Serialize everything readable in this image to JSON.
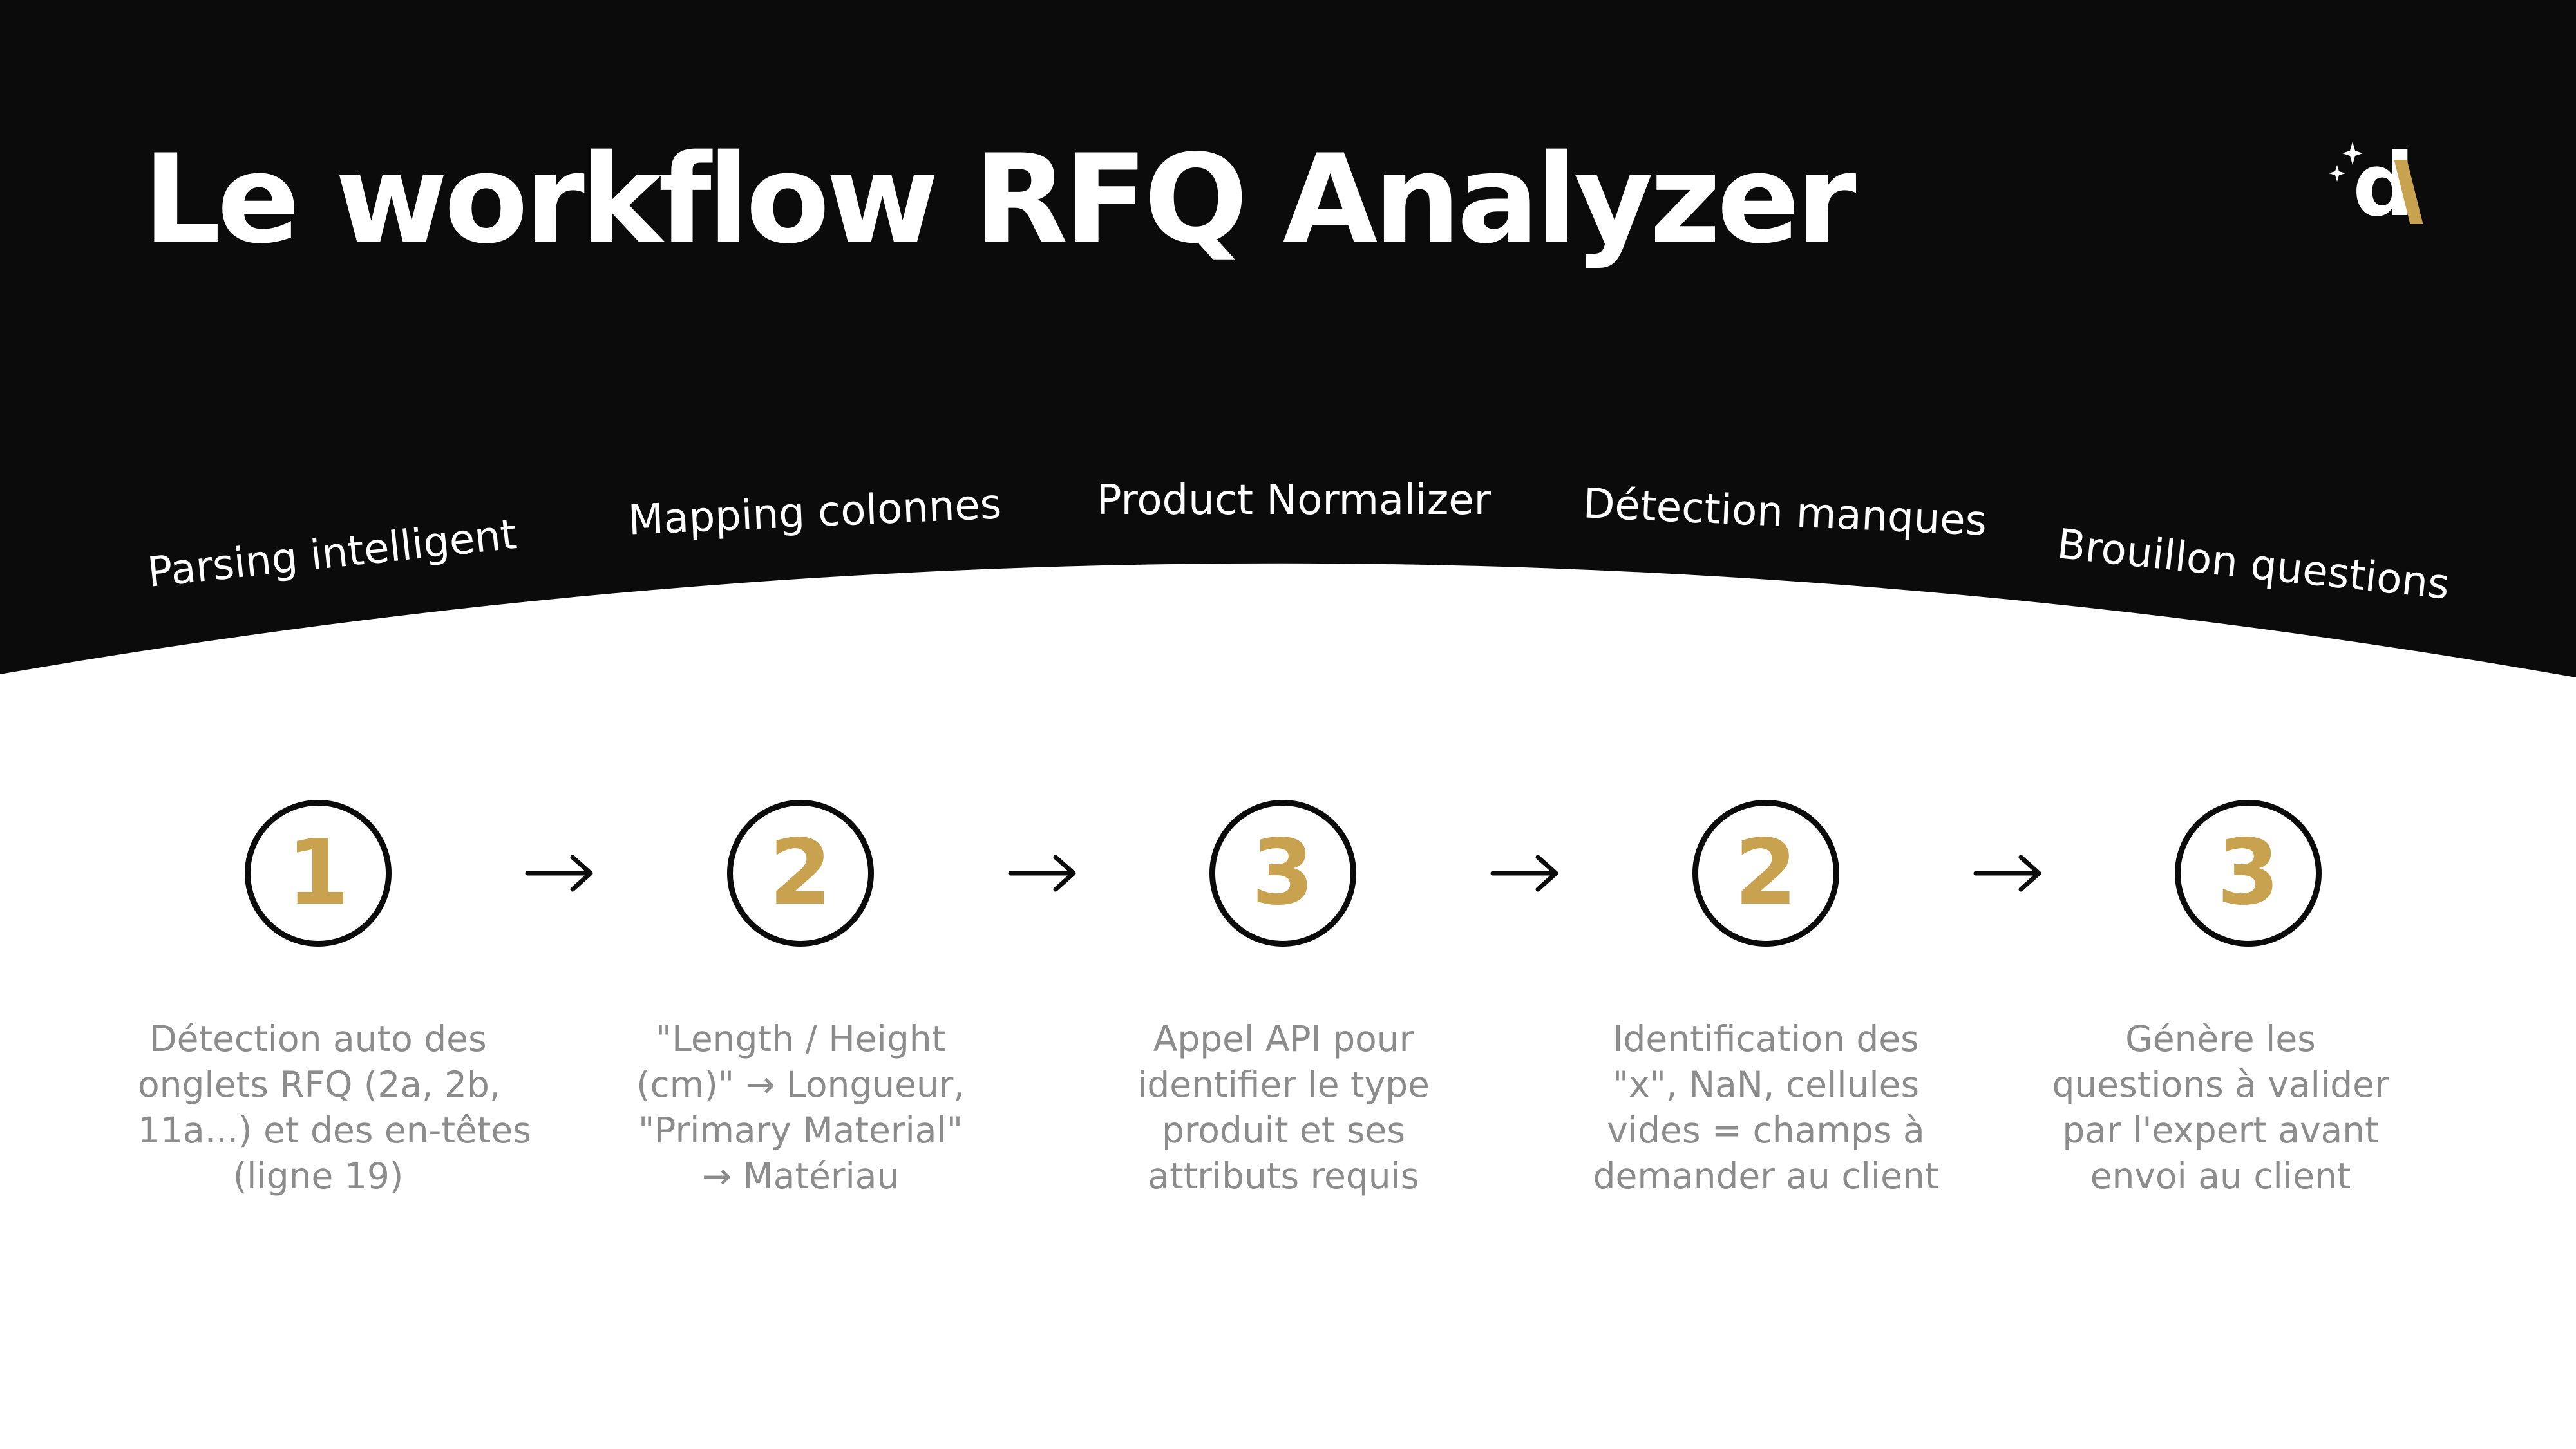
{
  "title": "Le workflow RFQ Analyzer",
  "colors": {
    "background_dark": "#0b0b0b",
    "background_light": "#ffffff",
    "accent_gold": "#c9a24f",
    "description_gray": "#8c8c8c"
  },
  "logo": {
    "letter": "d",
    "icon": "sparkle-icon"
  },
  "steps": [
    {
      "label": "Parsing intelligent",
      "number": "1",
      "description": [
        "Détection auto des",
        "onglets RFQ (2a, 2b,",
        "11a...) et des en-têtes",
        "(ligne 19)"
      ]
    },
    {
      "label": "Mapping colonnes",
      "number": "2",
      "description": [
        "\"Length / Height",
        "(cm)\" → Longueur,",
        "\"Primary Material\"",
        "→ Matériau"
      ]
    },
    {
      "label": "Product Normalizer",
      "number": "3",
      "description": [
        "Appel API pour",
        "identifier le type",
        "produit et ses",
        "attributs requis"
      ]
    },
    {
      "label": "Détection manques",
      "number": "2",
      "description": [
        "Identification des",
        "\"x\", NaN, cellules",
        "vides = champs à",
        "demander au client"
      ]
    },
    {
      "label": "Brouillon questions",
      "number": "3",
      "description": [
        "Génère les",
        "questions à valider",
        "par l'expert avant",
        "envoi au client"
      ]
    }
  ],
  "arrow_icon": "arrow-right-icon"
}
